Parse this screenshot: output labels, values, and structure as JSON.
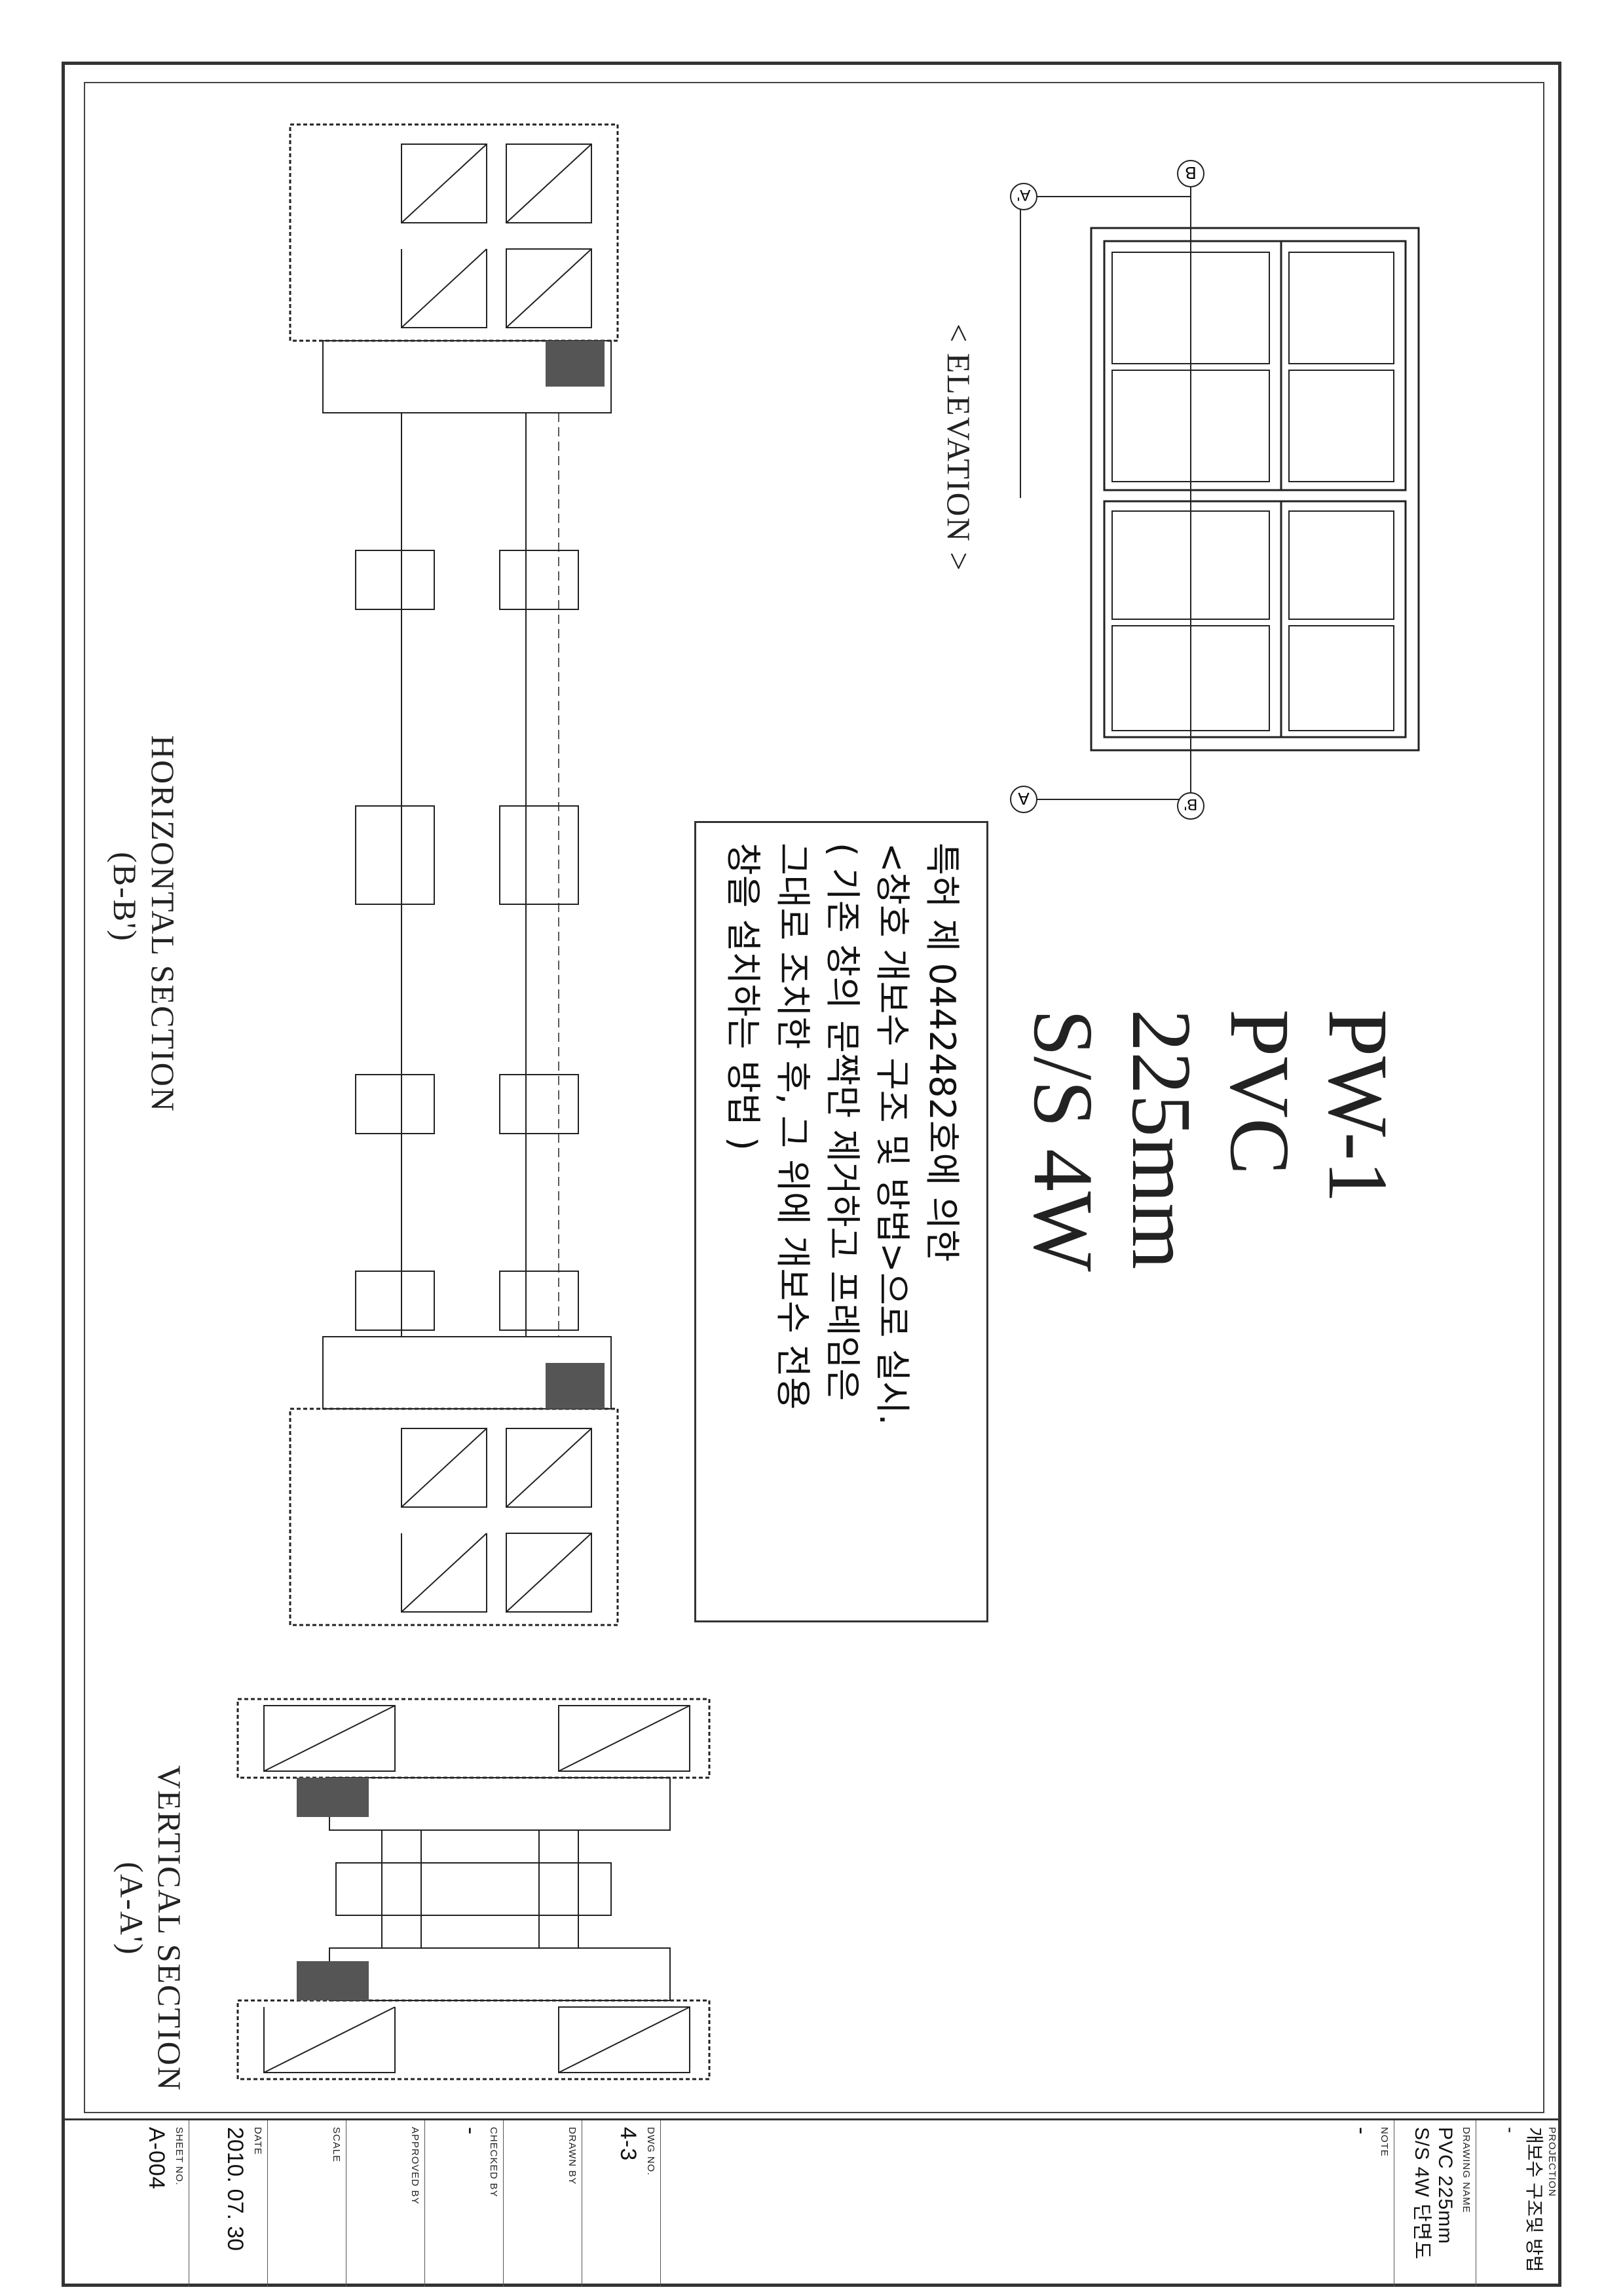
{
  "drawing": {
    "title_lines": [
      "PW-1",
      "PVC",
      "225mm",
      "S/S 4W"
    ],
    "note_lines": [
      "특허 제 0442482호에 의한",
      "<창호 개보수 구조 및 방법>으로 실시.",
      "( 기존 창의 문짝만 제거하고 프레임은",
      "그대로 조치한 후, 그 위에 개보수 전용",
      "창을 설치하는 방법 )"
    ],
    "elevation_label": "< ELEVATION >",
    "horizontal_section_label": "HORIZONTAL SECTION",
    "horizontal_section_ref": "(B-B')",
    "vertical_section_label": "VERTICAL SECTION",
    "vertical_section_ref": "(A-A')",
    "markers": {
      "a": "A",
      "a_prime": "A'",
      "b": "B",
      "b_prime": "B'"
    }
  },
  "title_block": {
    "projection_label": "PROJECTION",
    "projection_value": "개보수 구조및 방법",
    "projection_extra": "-",
    "drawing_name_label": "DRAWING NAME",
    "drawing_name_line1": "PVC 225mm",
    "drawing_name_line2": "S/S 4W 단면도",
    "note_label": "NOTE",
    "note_value": "-",
    "dwg_no_label": "DWG NO.",
    "dwg_no_value": "4-3",
    "drawn_by_label": "DRAWN BY",
    "checked_by_label": "CHECKED BY",
    "checked_by_value": "-",
    "approved_by_label": "APPROVED BY",
    "scale_label": "SCALE",
    "date_label": "DATE",
    "date_value": "2010. 07. 30",
    "sheet_no_label": "SHEET NO.",
    "sheet_no_value": "A-004"
  }
}
